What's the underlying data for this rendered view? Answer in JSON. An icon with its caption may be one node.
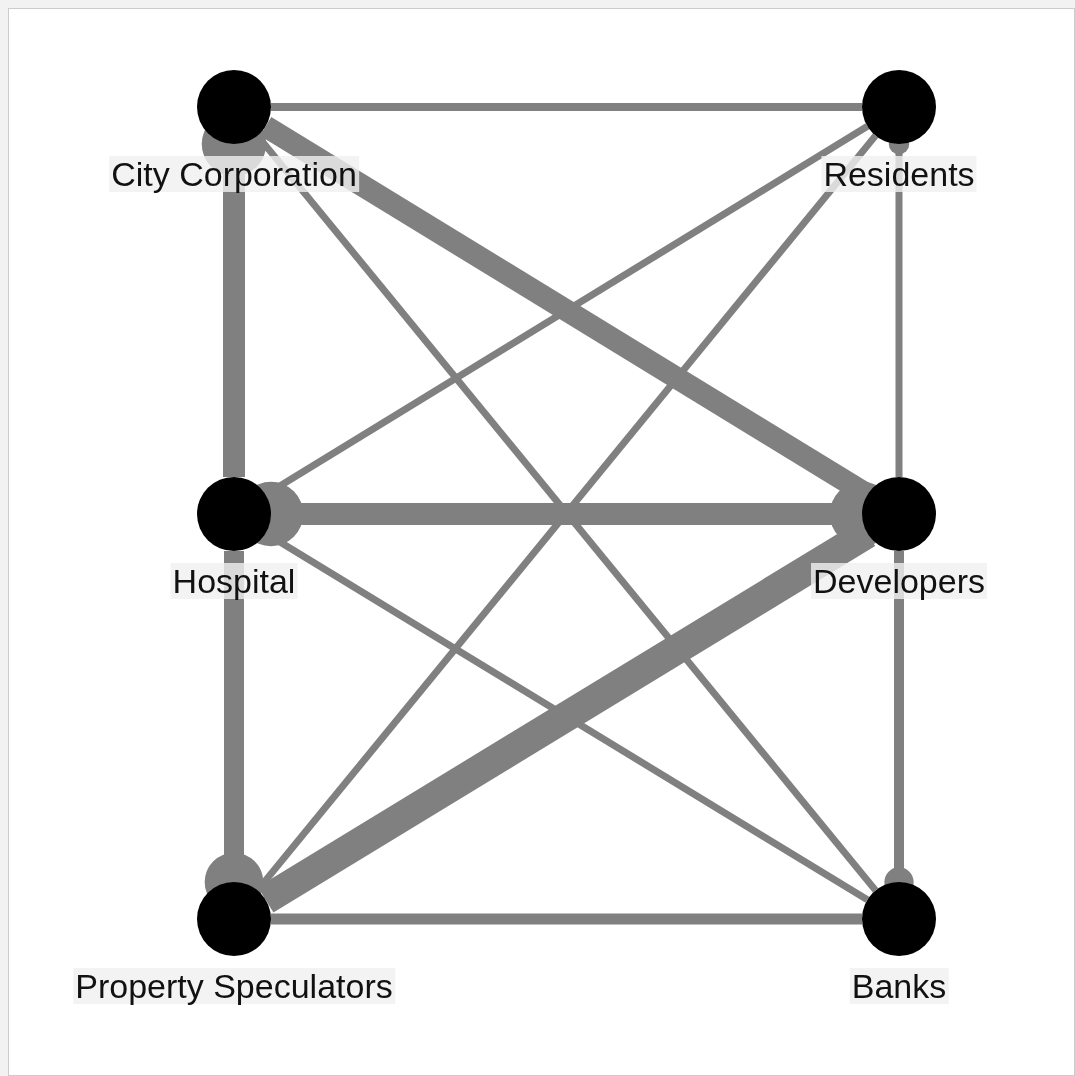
{
  "diagram": {
    "nodes": [
      {
        "text": [
          "City Corporation"
        ]
      },
      {
        "text": [
          "Residents"
        ]
      },
      {
        "text": [
          "Hospital"
        ]
      },
      {
        "text": [
          "Developers"
        ]
      },
      {
        "text": [
          "Property Speculators"
        ]
      },
      {
        "text": [
          "Banks"
        ]
      }
    ],
    "edges": [
      {
        "from": 0,
        "to": 1,
        "arrow": "none"
      },
      {
        "from": 0,
        "to": 3,
        "arrow": "none",
        "style": "thick"
      },
      {
        "from": 2,
        "to": 0,
        "arrow": "other",
        "style": "thick"
      },
      {
        "from": 0,
        "to": 5,
        "arrow": "none"
      },
      {
        "from": 1,
        "to": 2,
        "arrow": "none"
      },
      {
        "from": 1,
        "to": 4,
        "arrow": "none"
      },
      {
        "from": 3,
        "to": 1,
        "arrow": "other"
      },
      {
        "from": 3,
        "to": 2,
        "arrow": "other",
        "style": "thick"
      },
      {
        "from": 2,
        "to": 4,
        "arrow": "other",
        "style": "thick"
      },
      {
        "from": 2,
        "to": 5,
        "arrow": "none"
      },
      {
        "from": 3,
        "to": 4,
        "arrow": "none",
        "style": "thick"
      },
      {
        "from": 3,
        "to": 5,
        "arrow": "other"
      },
      {
        "from": 4,
        "to": 5,
        "arrow": "none"
      }
    ]
  }
}
